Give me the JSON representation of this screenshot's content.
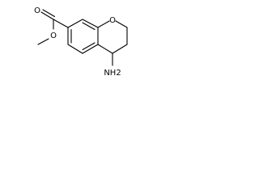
{
  "structure": {
    "atoms": {
      "ring_oxygen": "O",
      "carbonyl_oxygen": "O",
      "ester_oxygen": "O",
      "amine": "NH2"
    }
  },
  "colors": {
    "bond": "#000000",
    "label": "#000000",
    "background": "#ffffff"
  }
}
